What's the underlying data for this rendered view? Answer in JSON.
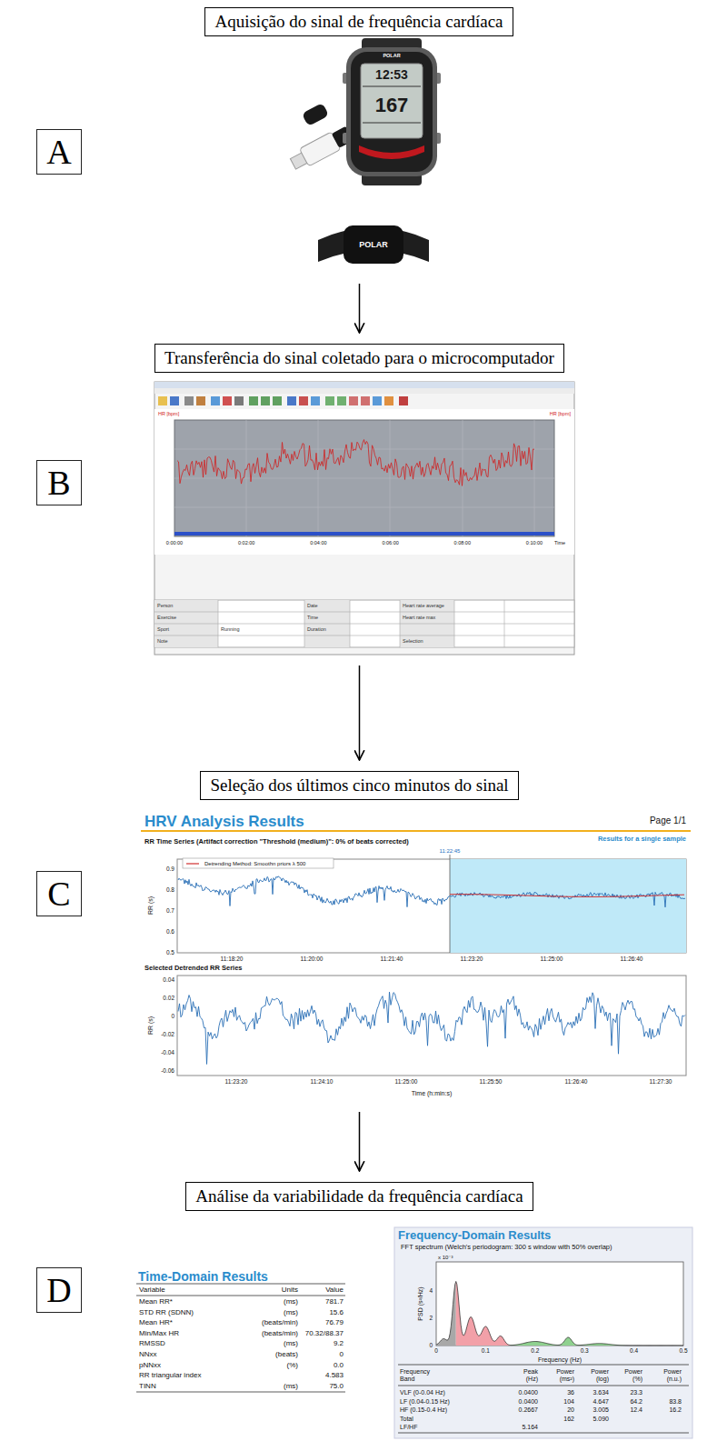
{
  "diagram": {
    "nodes": [
      {
        "text": [
          "Aquisição do sinal de frequência cardíaca"
        ]
      },
      {
        "text": [
          "A"
        ]
      },
      {
        "text": [
          "POLAR",
          "12:53",
          "167",
          "POLAR"
        ]
      },
      {
        "text": [
          "Transferência do sinal coletado para o microcomputador"
        ]
      },
      {
        "text": [
          "B"
        ]
      },
      {
        "text": [
          "HR [bpm]",
          "HR [bpm]",
          "0:00:00",
          "0:02:00",
          "0:04:00",
          "0:06:00",
          "0:08:00",
          "0:10:00",
          "Time",
          "Person",
          "Date",
          "Heart rate average",
          "Exercise",
          "Time",
          "Heart rate max",
          "Sport",
          "Running",
          "Duration",
          "Note",
          "Selection"
        ]
      },
      {
        "text": [
          "Seleção dos últimos cinco minutos do sinal"
        ]
      },
      {
        "text": [
          "C"
        ]
      },
      {
        "text": [
          "HRV Analysis Results",
          "Page 1/1",
          "RR Time Series (Artifact correction \"Threshold (medium)\": 0% of beats corrected)",
          "Results for a single sample",
          "Detrending Method: Smoothn priors λ 500",
          "11:22:45",
          "RR (s)",
          "0.9",
          "0.8",
          "0.7",
          "0.6",
          "0.5",
          "11:18:20",
          "11:20:00",
          "11:21:40",
          "11:23:20",
          "11:25:00",
          "11:26:40",
          "Selected Detrended RR Series",
          "RR (s)",
          "0.04",
          "0.02",
          "0",
          "-0.02",
          "-0.04",
          "-0.06",
          "11:23:20",
          "11:24:10",
          "11:25:00",
          "11:25:50",
          "11:26:40",
          "11:27:30",
          "Time (h:min:s)"
        ]
      },
      {
        "text": [
          "Análise da variabilidade da frequência cardíaca"
        ]
      },
      {
        "text": [
          "D"
        ]
      }
    ],
    "edges": [
      {
        "from": 2,
        "to": 3,
        "arrow": "to"
      },
      {
        "from": 5,
        "to": 6,
        "arrow": "to"
      },
      {
        "from": 8,
        "to": 9,
        "arrow": "to"
      }
    ],
    "labels": [
      "Time-Domain Results",
      "Variable",
      "Units",
      "Value",
      "Mean RR*",
      "(ms)",
      "781.7",
      "STD RR (SDNN)",
      "(ms)",
      "15.6",
      "Mean HR*",
      "(beats/min)",
      "76.79",
      "Min/Max HR",
      "(beats/min)",
      "70.32/88.37",
      "RMSSD",
      "(ms)",
      "9.2",
      "NNxx",
      "(beats)",
      "0",
      "pNNxx",
      "(%)",
      "0.0",
      "RR triangular index",
      "4.583",
      "TINN",
      "(ms)",
      "75.0",
      "Frequency-Domain Results",
      "FFT spectrum (Welch's periodogram: 300 s window with 50% overlap)",
      "x 10⁻³",
      "PSD (s²/Hz)",
      "4",
      "2",
      "0",
      "0",
      "0.1",
      "0.2",
      "0.3",
      "0.4",
      "0.5",
      "Frequency (Hz)",
      "Frequency Band",
      "Peak (Hz)",
      "Power (ms²)",
      "Power (log)",
      "Power (%)",
      "Power (n.u.)",
      "VLF (0-0.04 Hz)",
      "0.0400",
      "36",
      "3.634",
      "23.3",
      "LF (0.04-0.15 Hz)",
      "0.0400",
      "104",
      "4.647",
      "64.2",
      "83.8",
      "HF (0.15-0.4 Hz)",
      "0.2667",
      "20",
      "3.005",
      "12.4",
      "16.2",
      "Total",
      "162",
      "5.090",
      "LF/HF",
      "5.164"
    ]
  }
}
